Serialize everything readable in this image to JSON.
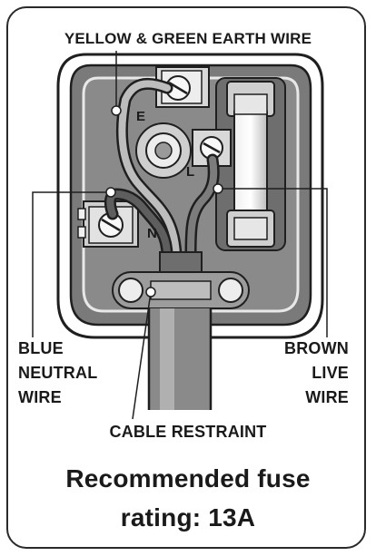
{
  "labels": {
    "earth": "YELLOW & GREEN EARTH WIRE",
    "blue": [
      "BLUE",
      "NEUTRAL",
      "WIRE"
    ],
    "brown": [
      "BROWN",
      "LIVE",
      "WIRE"
    ],
    "cable": "CABLE RESTRAINT"
  },
  "terminals": {
    "earth": "E",
    "live": "L",
    "neutral": "N"
  },
  "fuse_note": [
    "Recommended fuse",
    "rating: 13A"
  ],
  "colors": {
    "outline": "#1f1f1f",
    "plug_body": "#7a7a7a",
    "wire_fill": "#9a9a9a",
    "text": "#1a1a1a"
  }
}
